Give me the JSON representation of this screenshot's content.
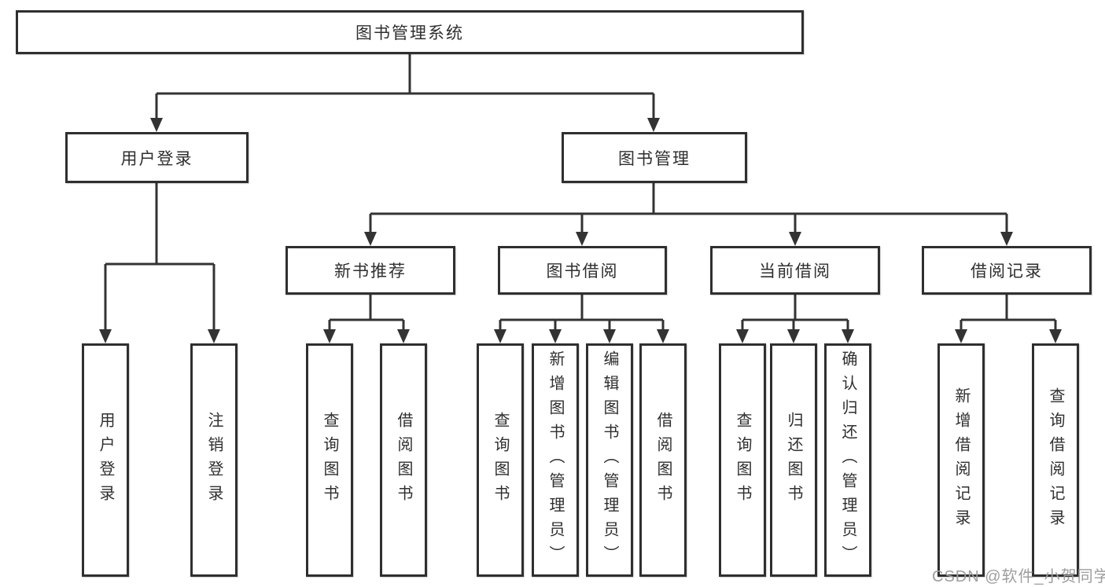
{
  "colors": {
    "line": "#333333",
    "box_border": "#2f2f2f",
    "box_fill": "#ffffff",
    "watermark": "#9e9e9e"
  },
  "watermark": {
    "text": "CSDN @软件_小贺同学"
  },
  "diagram": {
    "root": {
      "label": "图书管理系统"
    },
    "branches": [
      {
        "label": "用户登录",
        "children": [
          {
            "label": "用户登录"
          },
          {
            "label": "注销登录"
          }
        ]
      },
      {
        "label": "图书管理",
        "sections": [
          {
            "label": "新书推荐",
            "children": [
              {
                "label": "查询图书"
              },
              {
                "label": "借阅图书"
              }
            ]
          },
          {
            "label": "图书借阅",
            "children": [
              {
                "label": "查询图书"
              },
              {
                "label": "新增图书（管理员）"
              },
              {
                "label": "编辑图书（管理员）"
              },
              {
                "label": "借阅图书"
              }
            ]
          },
          {
            "label": "当前借阅",
            "children": [
              {
                "label": "查询图书"
              },
              {
                "label": "归还图书"
              },
              {
                "label": "确认归还（管理员）"
              }
            ]
          },
          {
            "label": "借阅记录",
            "children": [
              {
                "label": "新增借阅记录"
              },
              {
                "label": "查询借阅记录"
              }
            ]
          }
        ]
      }
    ]
  }
}
